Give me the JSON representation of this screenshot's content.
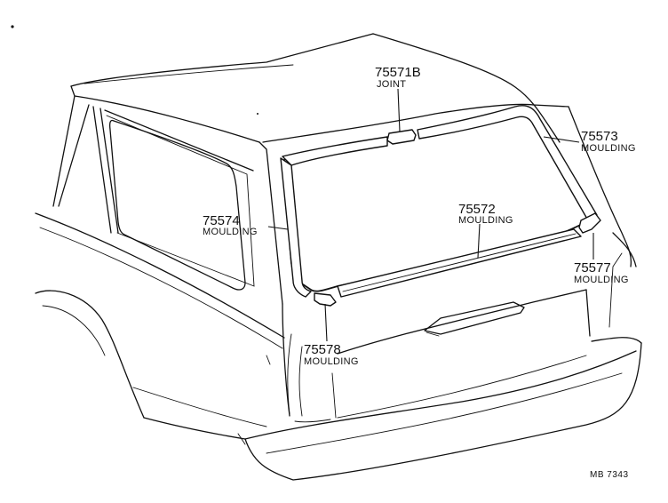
{
  "parts": [
    {
      "id": "joint",
      "number": "75571B",
      "name": "JOINT"
    },
    {
      "id": "moulding-73",
      "number": "75573",
      "name": "MOULDING"
    },
    {
      "id": "moulding-74",
      "number": "75574",
      "name": "MOULDING"
    },
    {
      "id": "moulding-72",
      "number": "75572",
      "name": "MOULDING"
    },
    {
      "id": "moulding-77",
      "number": "75577",
      "name": "MOULDING"
    },
    {
      "id": "moulding-78",
      "number": "75578",
      "name": "MOULDING"
    }
  ],
  "reference": "MB 7343"
}
